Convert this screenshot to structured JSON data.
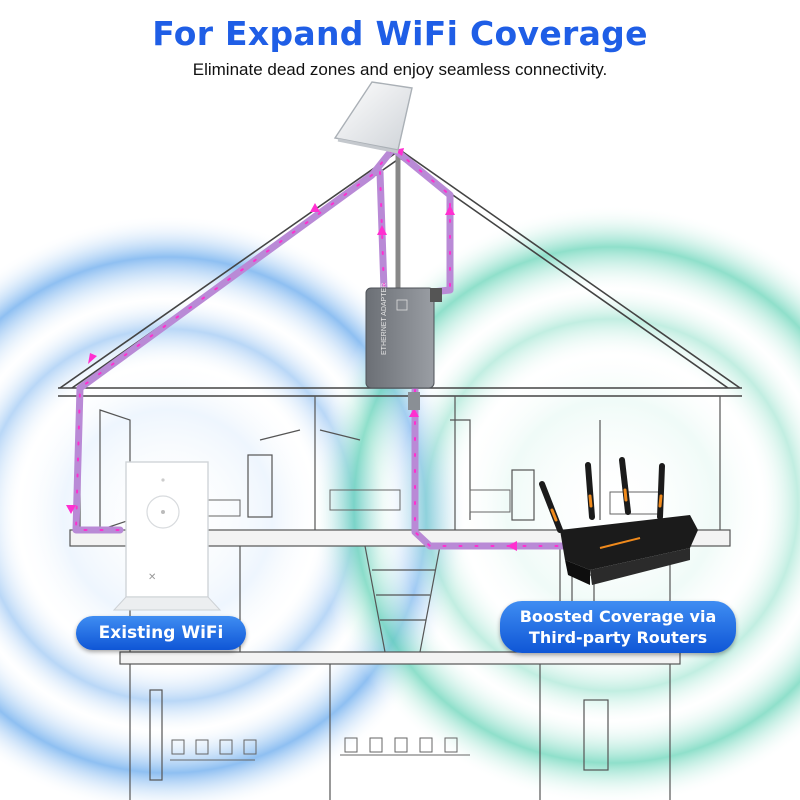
{
  "header": {
    "title": "For Expand WiFi Coverage",
    "subtitle": "Eliminate dead zones and enjoy seamless connectivity."
  },
  "callouts": {
    "existing_wifi": "Existing WiFi",
    "boosted_line1": "Boosted Coverage via",
    "boosted_line2": "Third-party Routers"
  },
  "adapter": {
    "label": "ETHERNET ADAPTER"
  },
  "colors": {
    "title": "#1f5ee6",
    "left_coverage": "#5aa6ee",
    "right_coverage": "#5fd2b4",
    "cable": "#b98ad6",
    "cable_arrow": "#ff2fd0",
    "badge": "#1a63e0",
    "router_body": "#1b1b1b",
    "router_accent": "#f08a1c"
  },
  "icons": [
    "satellite-dish-icon",
    "ethernet-adapter-icon",
    "wifi-router-icon",
    "third-party-router-icon"
  ]
}
